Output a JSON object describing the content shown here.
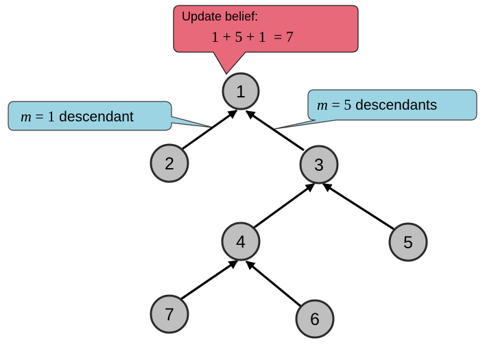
{
  "colors": {
    "node_fill": "#bfbfbf",
    "node_stroke": "#2b2b2b",
    "belief_callout": "#e8697a",
    "descendant_callout": "#9dd4e3"
  },
  "update_callout": {
    "title": "Update belief:",
    "equation": "1 + 5 + 1  = 7"
  },
  "left_callout": {
    "var": "m",
    "eq": " = 1",
    "text": " descendant"
  },
  "right_callout": {
    "var": "m",
    "eq": " = 5",
    "text": " descendants"
  },
  "nodes": [
    {
      "id": "n1",
      "label": "1"
    },
    {
      "id": "n2",
      "label": "2"
    },
    {
      "id": "n3",
      "label": "3"
    },
    {
      "id": "n4",
      "label": "4"
    },
    {
      "id": "n5",
      "label": "5"
    },
    {
      "id": "n6",
      "label": "6"
    },
    {
      "id": "n7",
      "label": "7"
    }
  ],
  "edges": [
    {
      "from": "2",
      "to": "1"
    },
    {
      "from": "3",
      "to": "1"
    },
    {
      "from": "4",
      "to": "3"
    },
    {
      "from": "5",
      "to": "3"
    },
    {
      "from": "7",
      "to": "4"
    },
    {
      "from": "6",
      "to": "4"
    }
  ]
}
